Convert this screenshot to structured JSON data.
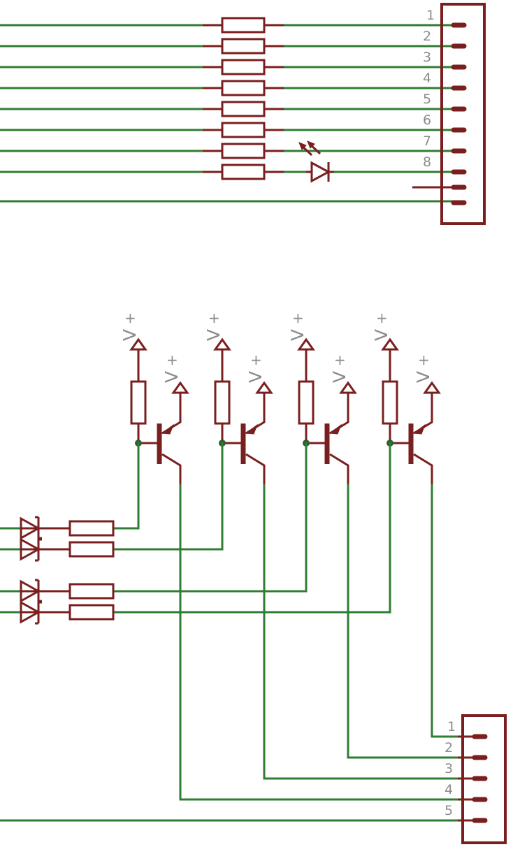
{
  "connectors": [
    {
      "name": "connector-top",
      "pins": [
        "1",
        "2",
        "3",
        "4",
        "5",
        "6",
        "7",
        "8",
        "",
        ""
      ]
    },
    {
      "name": "connector-bottom",
      "pins": [
        "1",
        "2",
        "3",
        "4",
        "5"
      ]
    }
  ],
  "supply_label": "V",
  "supply_sign": "+",
  "colors": {
    "wire": "#2f7d32",
    "component": "#7a1f1f",
    "label": "#8c8c8c",
    "junction": "#2f5e2f"
  }
}
